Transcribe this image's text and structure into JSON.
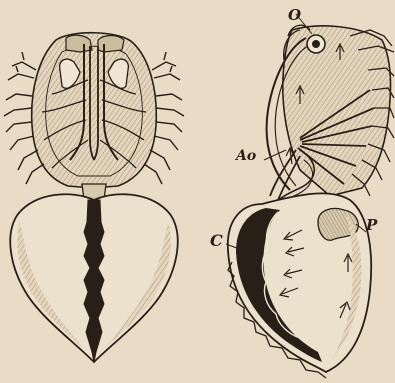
{
  "labels": {
    "eye": "O",
    "aorta": "Ao",
    "heart": "C",
    "pericardial": "P"
  },
  "colors": {
    "paper": "#e8dcc6",
    "ink": "#2a1f17",
    "shade": "#b9aa90",
    "light": "#efe6d3"
  }
}
